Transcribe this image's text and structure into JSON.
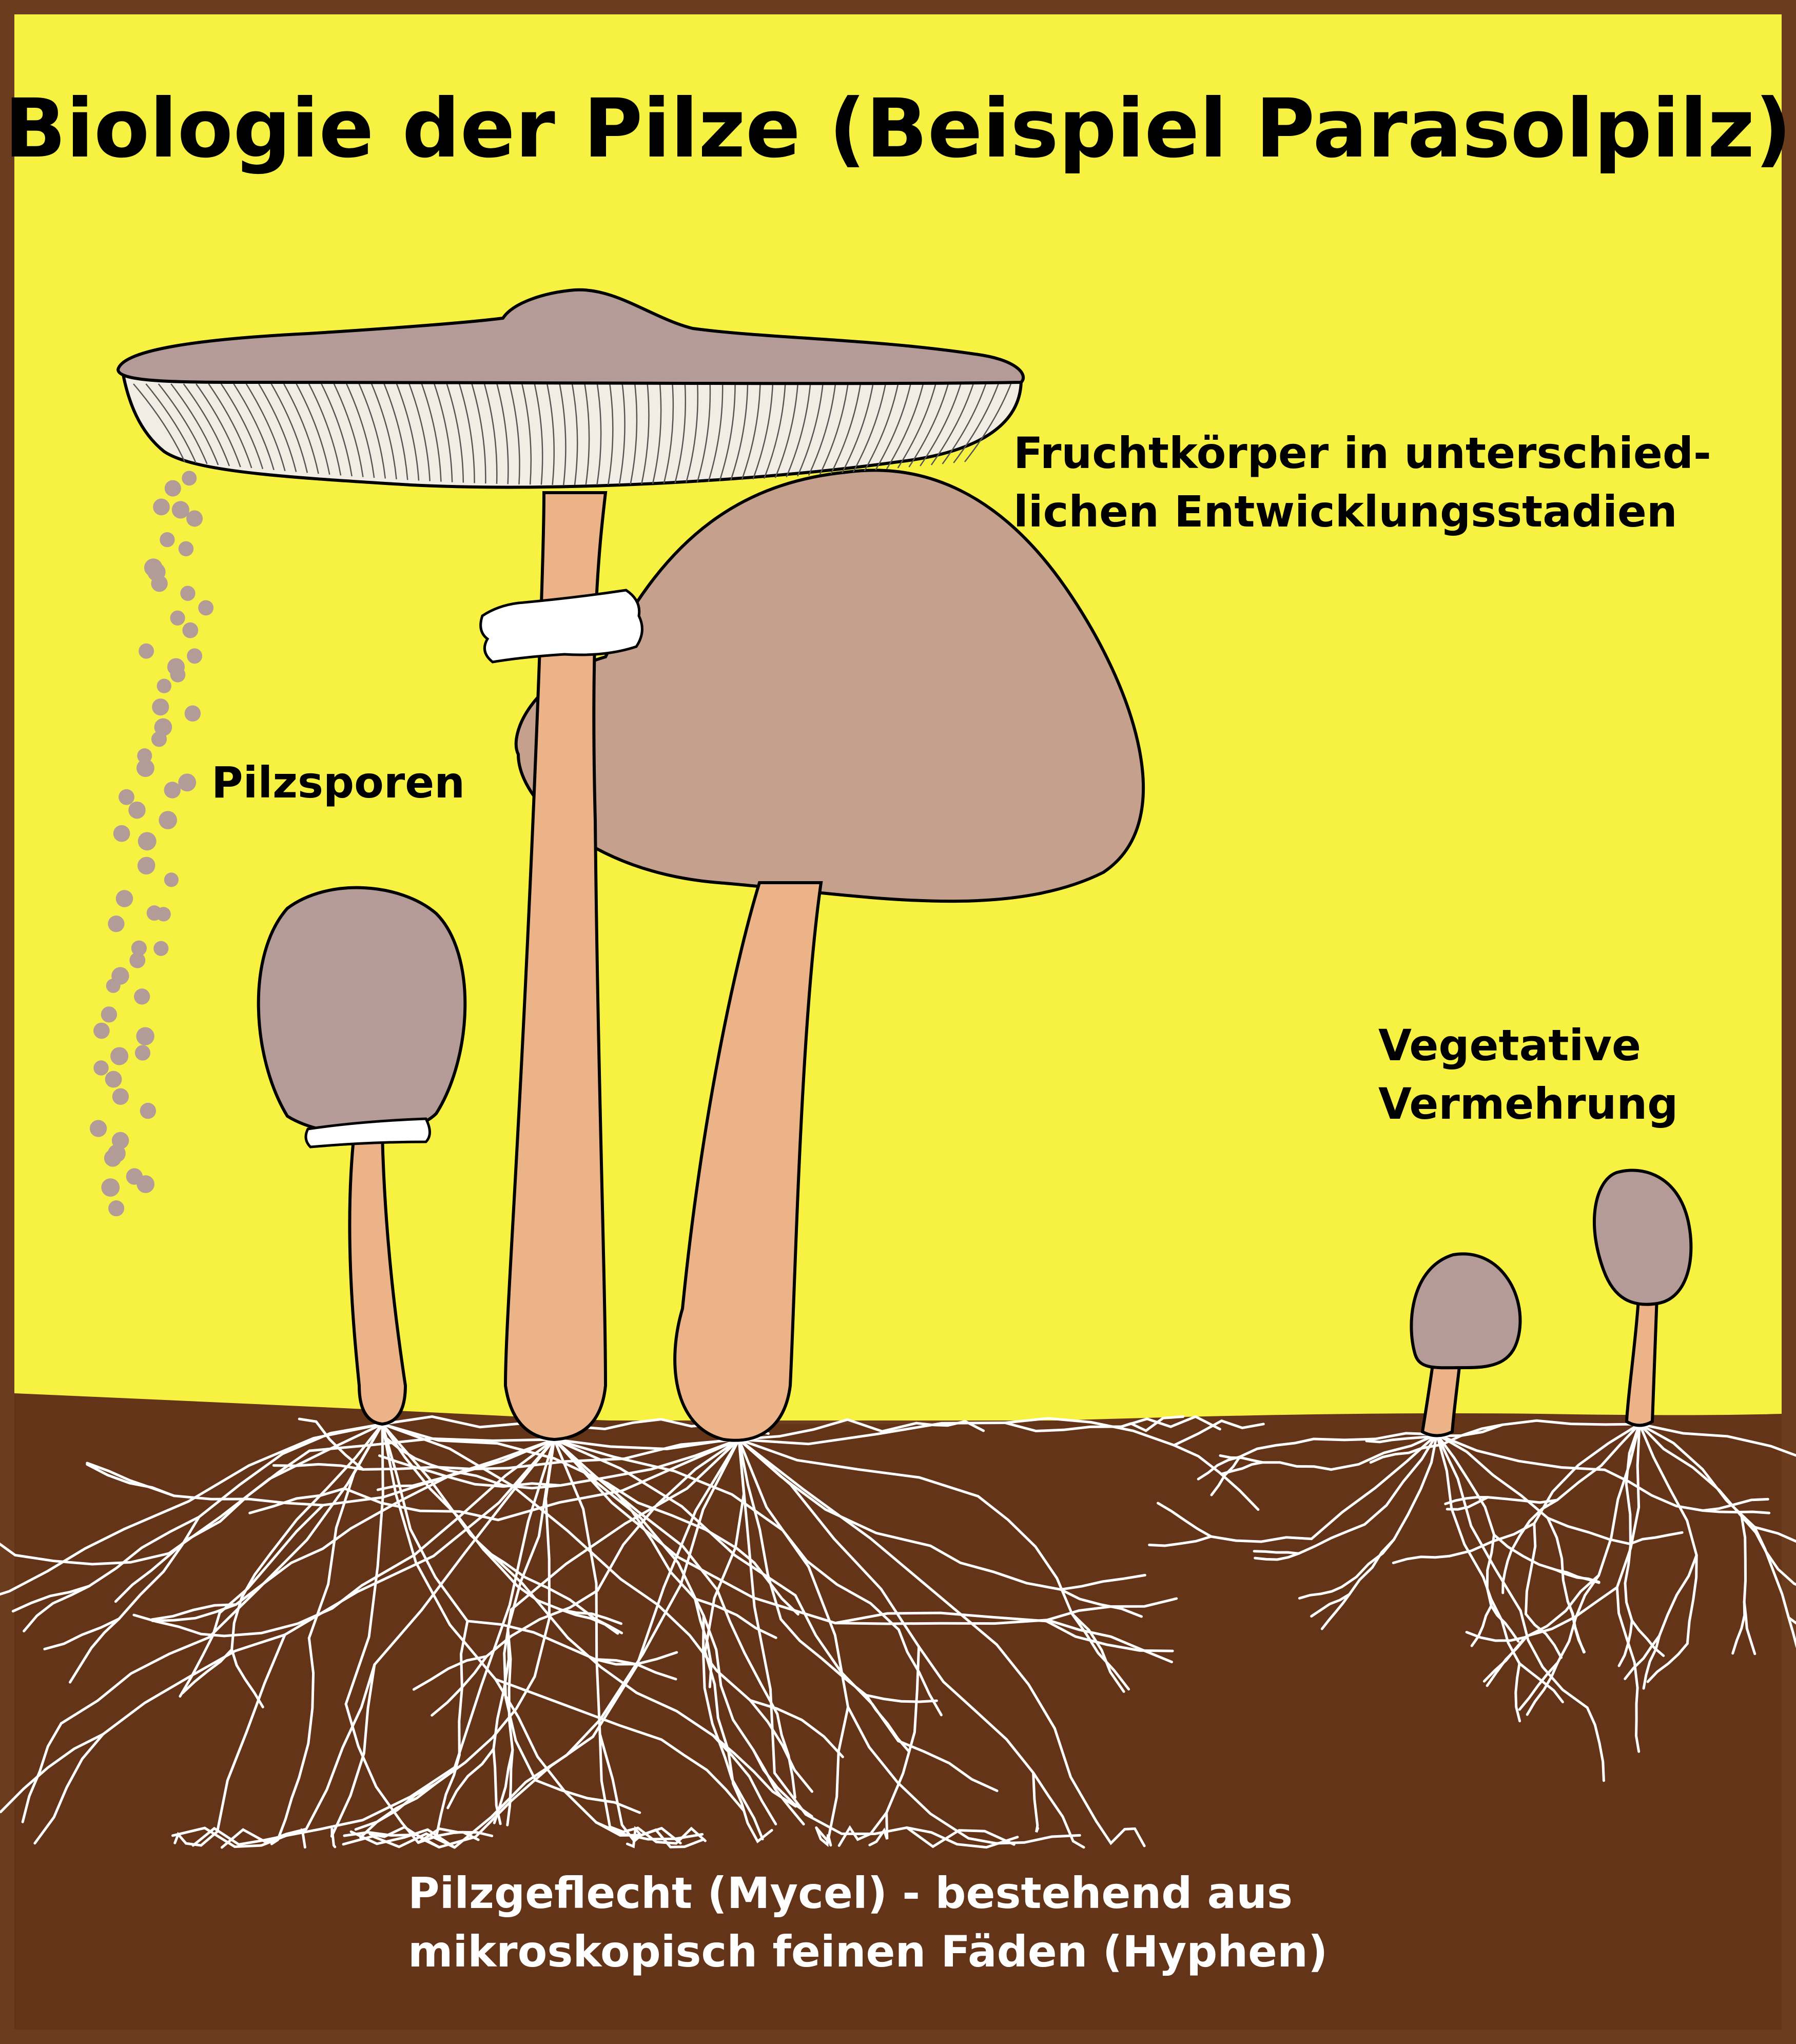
{
  "title": "Biologie der Pilze (Beispiel Parasolpilz)",
  "labels": {
    "fruchtkoerper": [
      "Fruchtkörper in unterschied-",
      "lichen Entwicklungsstadien"
    ],
    "pilzsporen": "Pilzsporen",
    "vegetative": [
      "Vegetative",
      "Vermehrung"
    ],
    "mycel": [
      "Pilzgeflecht (Mycel) - bestehend aus",
      "mikroskopisch feinen Fäden (Hyphen)"
    ]
  },
  "colors": {
    "frame": "#6b3d1e",
    "sky": "#f7f242",
    "soil": "#643419",
    "cap": "#b49b98",
    "cap_big": "#c4a08d",
    "stem": "#ebb387",
    "gills": "#f1ede4",
    "ring": "#ffffff",
    "hyphae": "#ffffff",
    "spore": "#b39b98"
  }
}
